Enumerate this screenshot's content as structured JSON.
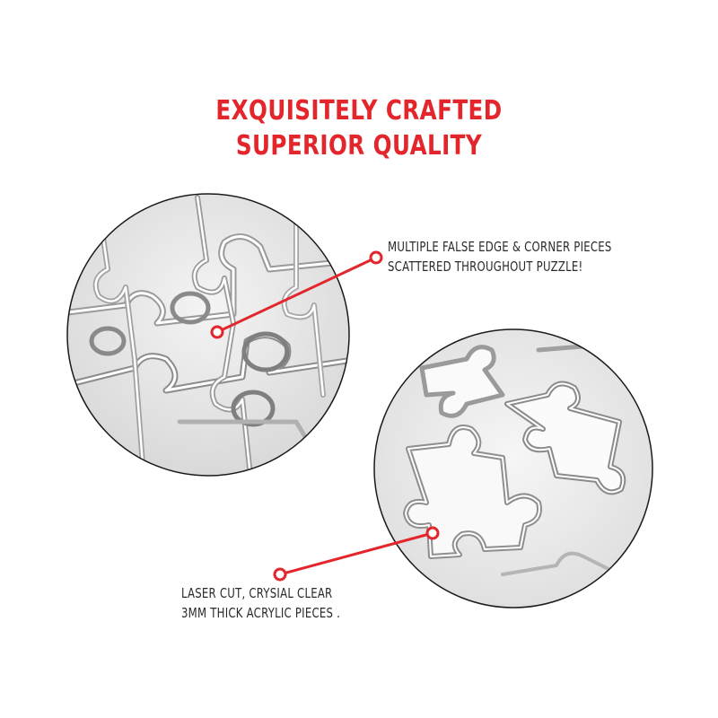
{
  "headline": {
    "line1": "EXQUISITELY CRAFTED",
    "line2": "SUPERIOR QUALITY"
  },
  "callout_top": {
    "line1": "MULTIPLE FALSE EDGE & CORNER PIECES",
    "line2": "SCATTERED THROUGHOUT PUZZLE!"
  },
  "callout_bottom": {
    "line1": "LASER CUT, CRYSIAL CLEAR",
    "line2": "3MM THICK ACRYLIC PIECES ."
  },
  "colors": {
    "accent": "#e3262b",
    "text": "#2a2a2a"
  }
}
